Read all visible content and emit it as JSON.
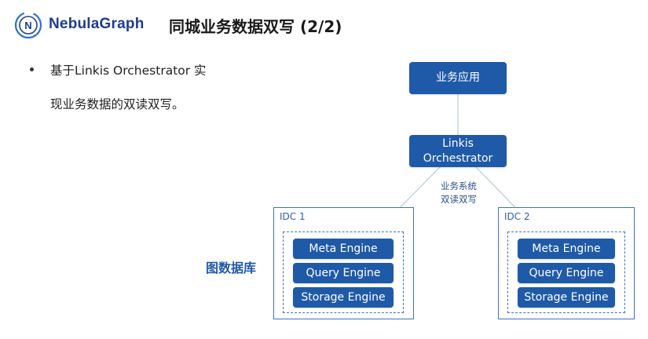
{
  "header": {
    "brand_nebula": "Nebula",
    "brand_graph": "Graph",
    "title": "同城业务数据双写 (2/2)",
    "accent_color": "#2f6fd6",
    "node_color": "#1f5aa8"
  },
  "bullet": {
    "line1": "基于Linkis  Orchestrator  实",
    "line2": "现业务数据的双读双写。"
  },
  "diagram": {
    "app_node": "业务应用",
    "orchestrator_line1": "Linkis",
    "orchestrator_line2": "Orchestrator",
    "edge_label_line1": "业务系统",
    "edge_label_line2": "双读双写",
    "database_label": "图数据库",
    "idc1": {
      "label": "IDC 1",
      "engines": [
        "Meta Engine",
        "Query Engine",
        "Storage Engine"
      ]
    },
    "idc2": {
      "label": "IDC 2",
      "engines": [
        "Meta Engine",
        "Query Engine",
        "Storage Engine"
      ]
    }
  }
}
